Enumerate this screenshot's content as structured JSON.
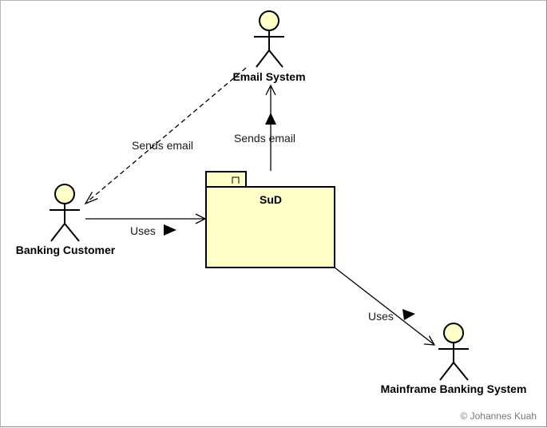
{
  "actors": {
    "email_system": "Email System",
    "banking_customer": "Banking Customer",
    "mainframe": "Mainframe Banking System"
  },
  "package": {
    "name": "SuD"
  },
  "relations": {
    "sends_email_left": "Sends email",
    "sends_email_right": "Sends email",
    "uses_customer": "Uses",
    "uses_mainframe": "Uses"
  },
  "colors": {
    "fill": "#ffffc8",
    "stroke": "#000000"
  },
  "copyright": "© Johannes Kuah"
}
